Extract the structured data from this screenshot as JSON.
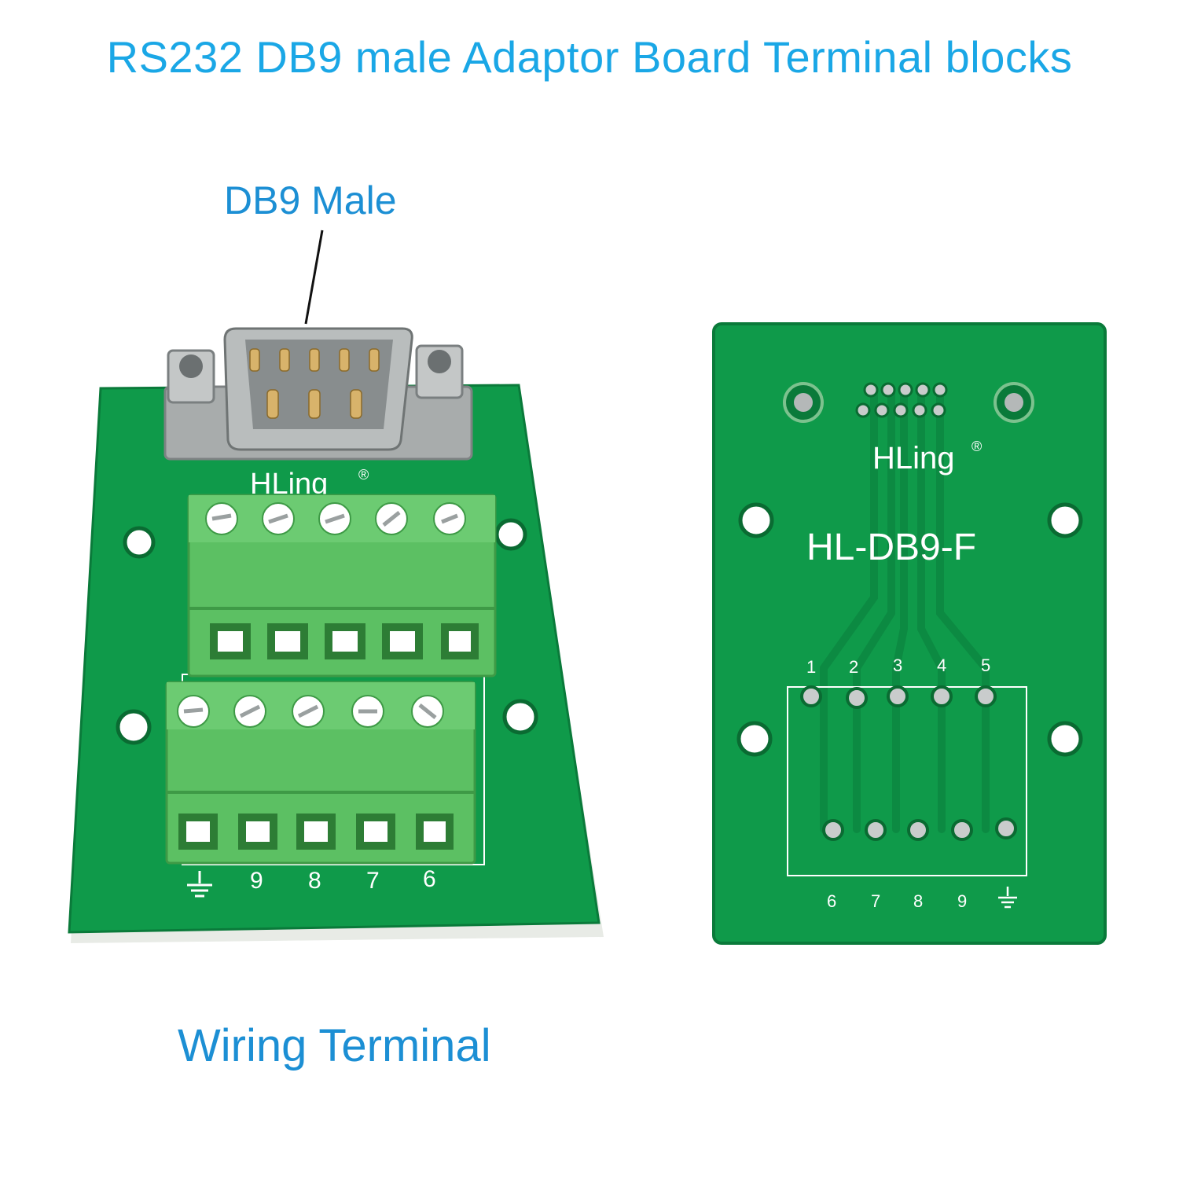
{
  "title": "RS232 DB9 male Adaptor Board Terminal blocks",
  "callouts": {
    "connector": "DB9 Male",
    "terminal": "Wiring Terminal"
  },
  "front_board": {
    "brand": "HLing",
    "registered": "®",
    "pin_labels": [
      "9",
      "8",
      "7",
      "6"
    ]
  },
  "back_board": {
    "brand": "HLing",
    "registered": "®",
    "model": "HL-DB9-F",
    "top_pin_labels": [
      "1",
      "2",
      "3",
      "4",
      "5"
    ],
    "bottom_pin_labels": [
      "6",
      "7",
      "8",
      "9"
    ]
  },
  "colors": {
    "title": "#1aa7e6",
    "pcb": "#0f9a4a",
    "terminal_block": "#5cc063"
  }
}
